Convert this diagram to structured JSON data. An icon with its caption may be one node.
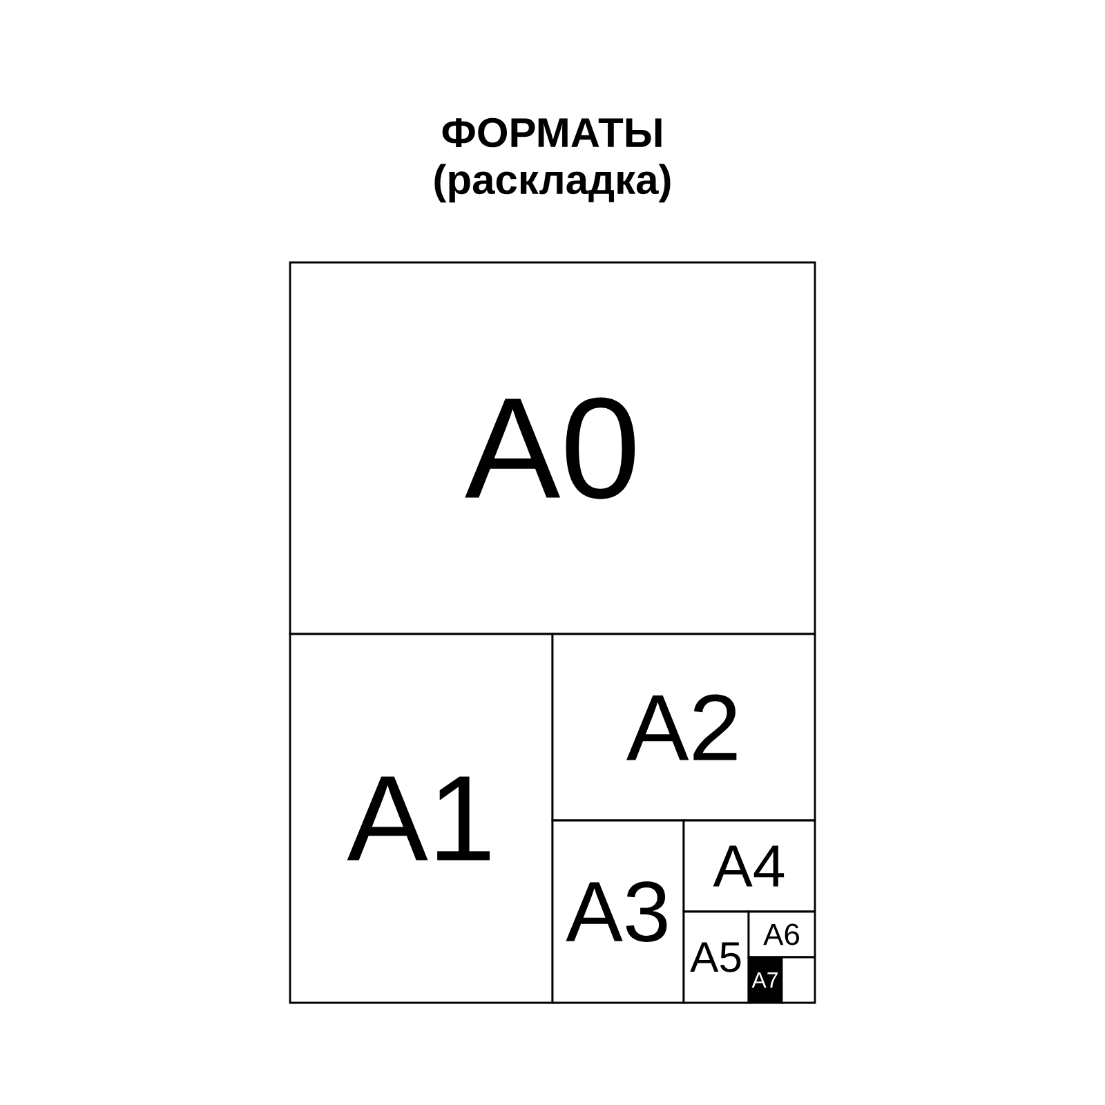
{
  "diagram": {
    "title": "ФОРМАТЫ (раскладка)",
    "nodes": [
      {
        "text": [
          "A0"
        ]
      },
      {
        "text": [
          "A1"
        ]
      },
      {
        "text": [
          "A2"
        ]
      },
      {
        "text": [
          "A3"
        ]
      },
      {
        "text": [
          "A4"
        ]
      },
      {
        "text": [
          "A5"
        ]
      },
      {
        "text": [
          "A6"
        ]
      },
      {
        "text": [
          "A7"
        ]
      },
      {
        "text": [],
        "shape": "box"
      }
    ]
  }
}
